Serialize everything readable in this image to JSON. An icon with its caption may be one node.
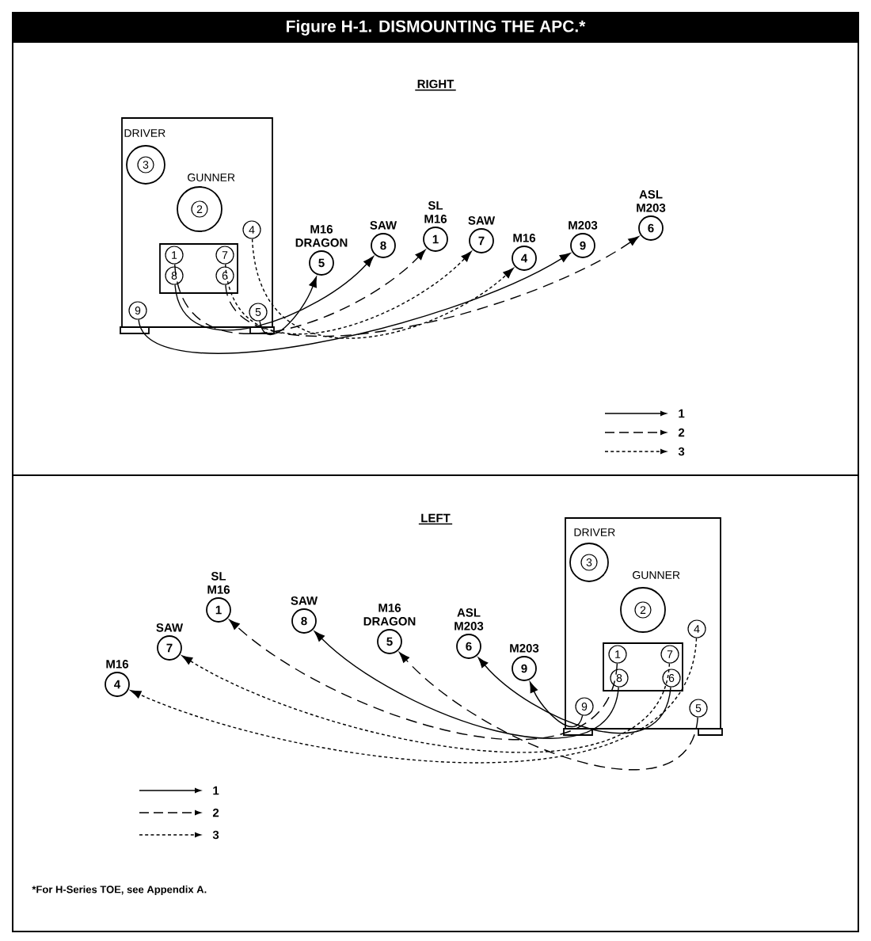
{
  "diagram": {
    "title": "Figure H-1. DISMOUNTING THE APC.*",
    "nodes": [
      {
        "text": [],
        "shape": "box"
      },
      {
        "text": [
          "3"
        ],
        "in": 0,
        "beside": [
          "DRIVER"
        ]
      },
      {
        "text": [
          "2"
        ],
        "in": 0,
        "beside": [
          "GUNNER"
        ]
      },
      {
        "text": [
          "4"
        ],
        "in": 0
      },
      {
        "text": [],
        "shape": "box",
        "in": 0
      },
      {
        "text": [
          "1"
        ],
        "in": 4
      },
      {
        "text": [
          "7"
        ],
        "in": 4
      },
      {
        "text": [
          "8"
        ],
        "in": 4
      },
      {
        "text": [
          "6"
        ],
        "in": 4
      },
      {
        "text": [
          "9"
        ],
        "in": 0
      },
      {
        "text": [
          "5"
        ],
        "in": 0
      },
      {
        "text": [
          "5"
        ],
        "beside": [
          "M16 DRAGON"
        ]
      },
      {
        "text": [
          "8"
        ],
        "beside": [
          "SAW"
        ]
      },
      {
        "text": [
          "1"
        ],
        "beside": [
          "SL M16"
        ]
      },
      {
        "text": [
          "7"
        ],
        "beside": [
          "SAW"
        ]
      },
      {
        "text": [
          "4"
        ],
        "beside": [
          "M16"
        ]
      },
      {
        "text": [
          "9"
        ],
        "beside": [
          "M203"
        ]
      },
      {
        "text": [
          "6"
        ],
        "beside": [
          "ASL M203"
        ]
      },
      {
        "text": [
          "4"
        ],
        "beside": [
          "M16"
        ]
      },
      {
        "text": [
          "7"
        ],
        "beside": [
          "SAW"
        ]
      },
      {
        "text": [
          "1"
        ],
        "beside": [
          "SL M16"
        ]
      },
      {
        "text": [
          "8"
        ],
        "beside": [
          "SAW"
        ]
      },
      {
        "text": [
          "5"
        ],
        "beside": [
          "M16 DRAGON"
        ]
      },
      {
        "text": [
          "6"
        ],
        "beside": [
          "ASL M203"
        ]
      },
      {
        "text": [
          "9"
        ],
        "beside": [
          "M203"
        ]
      },
      {
        "text": [],
        "shape": "box"
      },
      {
        "text": [
          "3"
        ],
        "in": 25,
        "beside": [
          "DRIVER"
        ]
      },
      {
        "text": [
          "2"
        ],
        "in": 25,
        "beside": [
          "GUNNER"
        ]
      },
      {
        "text": [
          "4"
        ],
        "in": 25
      },
      {
        "text": [],
        "shape": "box",
        "in": 25
      },
      {
        "text": [
          "1"
        ],
        "in": 29
      },
      {
        "text": [
          "7"
        ],
        "in": 29
      },
      {
        "text": [
          "8"
        ],
        "in": 29
      },
      {
        "text": [
          "6"
        ],
        "in": 29
      },
      {
        "text": [
          "9"
        ],
        "in": 25
      },
      {
        "text": [
          "5"
        ],
        "in": 25
      }
    ],
    "edges": [
      {
        "from": 10,
        "to": 11,
        "arrow": "to"
      },
      {
        "from": 7,
        "to": 12,
        "arrow": "to"
      },
      {
        "from": 5,
        "to": 13,
        "arrow": "to",
        "style": "dashed"
      },
      {
        "from": 6,
        "to": 14,
        "arrow": "to",
        "style": "dashed"
      },
      {
        "from": 3,
        "to": 15,
        "arrow": "to",
        "style": "dashed"
      },
      {
        "from": 9,
        "to": 16,
        "arrow": "to"
      },
      {
        "from": 8,
        "to": 17,
        "arrow": "to",
        "style": "dashed"
      },
      {
        "from": 28,
        "to": 18,
        "arrow": "to",
        "style": "dashed"
      },
      {
        "from": 31,
        "to": 19,
        "arrow": "to",
        "style": "dashed"
      },
      {
        "from": 30,
        "to": 20,
        "arrow": "to",
        "style": "dashed"
      },
      {
        "from": 32,
        "to": 21,
        "arrow": "to"
      },
      {
        "from": 35,
        "to": 22,
        "arrow": "to",
        "style": "dashed"
      },
      {
        "from": 33,
        "to": 23,
        "arrow": "to"
      },
      {
        "from": 34,
        "to": 24,
        "arrow": "to"
      }
    ],
    "labels": [
      "RIGHT",
      "LEFT",
      "*For H-Series TOE, see Appendix A."
    ],
    "legend": [
      {
        "text": "1"
      },
      {
        "text": "2"
      },
      {
        "text": "3"
      },
      {
        "text": "1"
      },
      {
        "text": "2"
      },
      {
        "text": "3"
      }
    ]
  }
}
